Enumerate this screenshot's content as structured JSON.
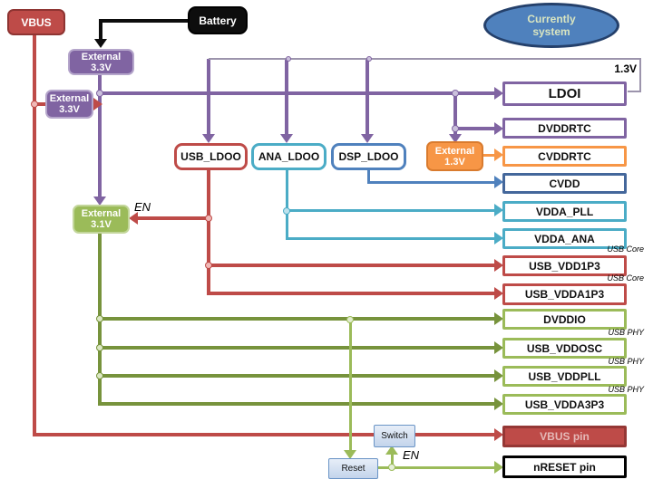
{
  "bubble": {
    "line1": "Currently",
    "line2": "system"
  },
  "nodes": {
    "vbus": "VBUS",
    "battery": "Battery",
    "ext33_top": {
      "l1": "External",
      "l2": "3.3V"
    },
    "ext33_left": {
      "l1": "External",
      "l2": "3.3V"
    },
    "ext13": {
      "l1": "External",
      "l2": "1.3V"
    },
    "ext31": {
      "l1": "External",
      "l2": "3.1V"
    },
    "usb_ldo": "USB_LDOO",
    "ana_ldo": "ANA_LDOO",
    "dsp_ldo": "DSP_LDOO",
    "switch": "Switch",
    "reset": "Reset"
  },
  "rails": {
    "ldoi": "LDOI",
    "dvddrtc": "DVDDRTC",
    "cvddrtc": "CVDDRTC",
    "cvdd": "CVDD",
    "vdda_pll": "VDDA_PLL",
    "vdda_ana": "VDDA_ANA",
    "usb_vdd1p3": "USB_VDD1P3",
    "usb_vdda1p3": "USB_VDDA1P3",
    "dvddio": "DVDDIO",
    "usb_vddosc": "USB_VDDOSC",
    "usb_vddpll": "USB_VDDPLL",
    "usb_vdda3p3": "USB_VDDA3P3",
    "vbus_pin": "VBUS pin",
    "nreset_pin": "nRESET pin"
  },
  "labels": {
    "ldoi_out": "1.3V",
    "en": "EN",
    "usb_core": "USB Core",
    "usb_phy": "USB PHY"
  },
  "colors": {
    "red": "#BE4B48",
    "purple": "#8064A2",
    "teal": "#4BACC6",
    "steel": "#4F81BD",
    "olive": "#77933C",
    "green": "#9BBB59",
    "orange": "#F79646",
    "black": "#0d0d0d",
    "thin": "#9C94AC"
  }
}
